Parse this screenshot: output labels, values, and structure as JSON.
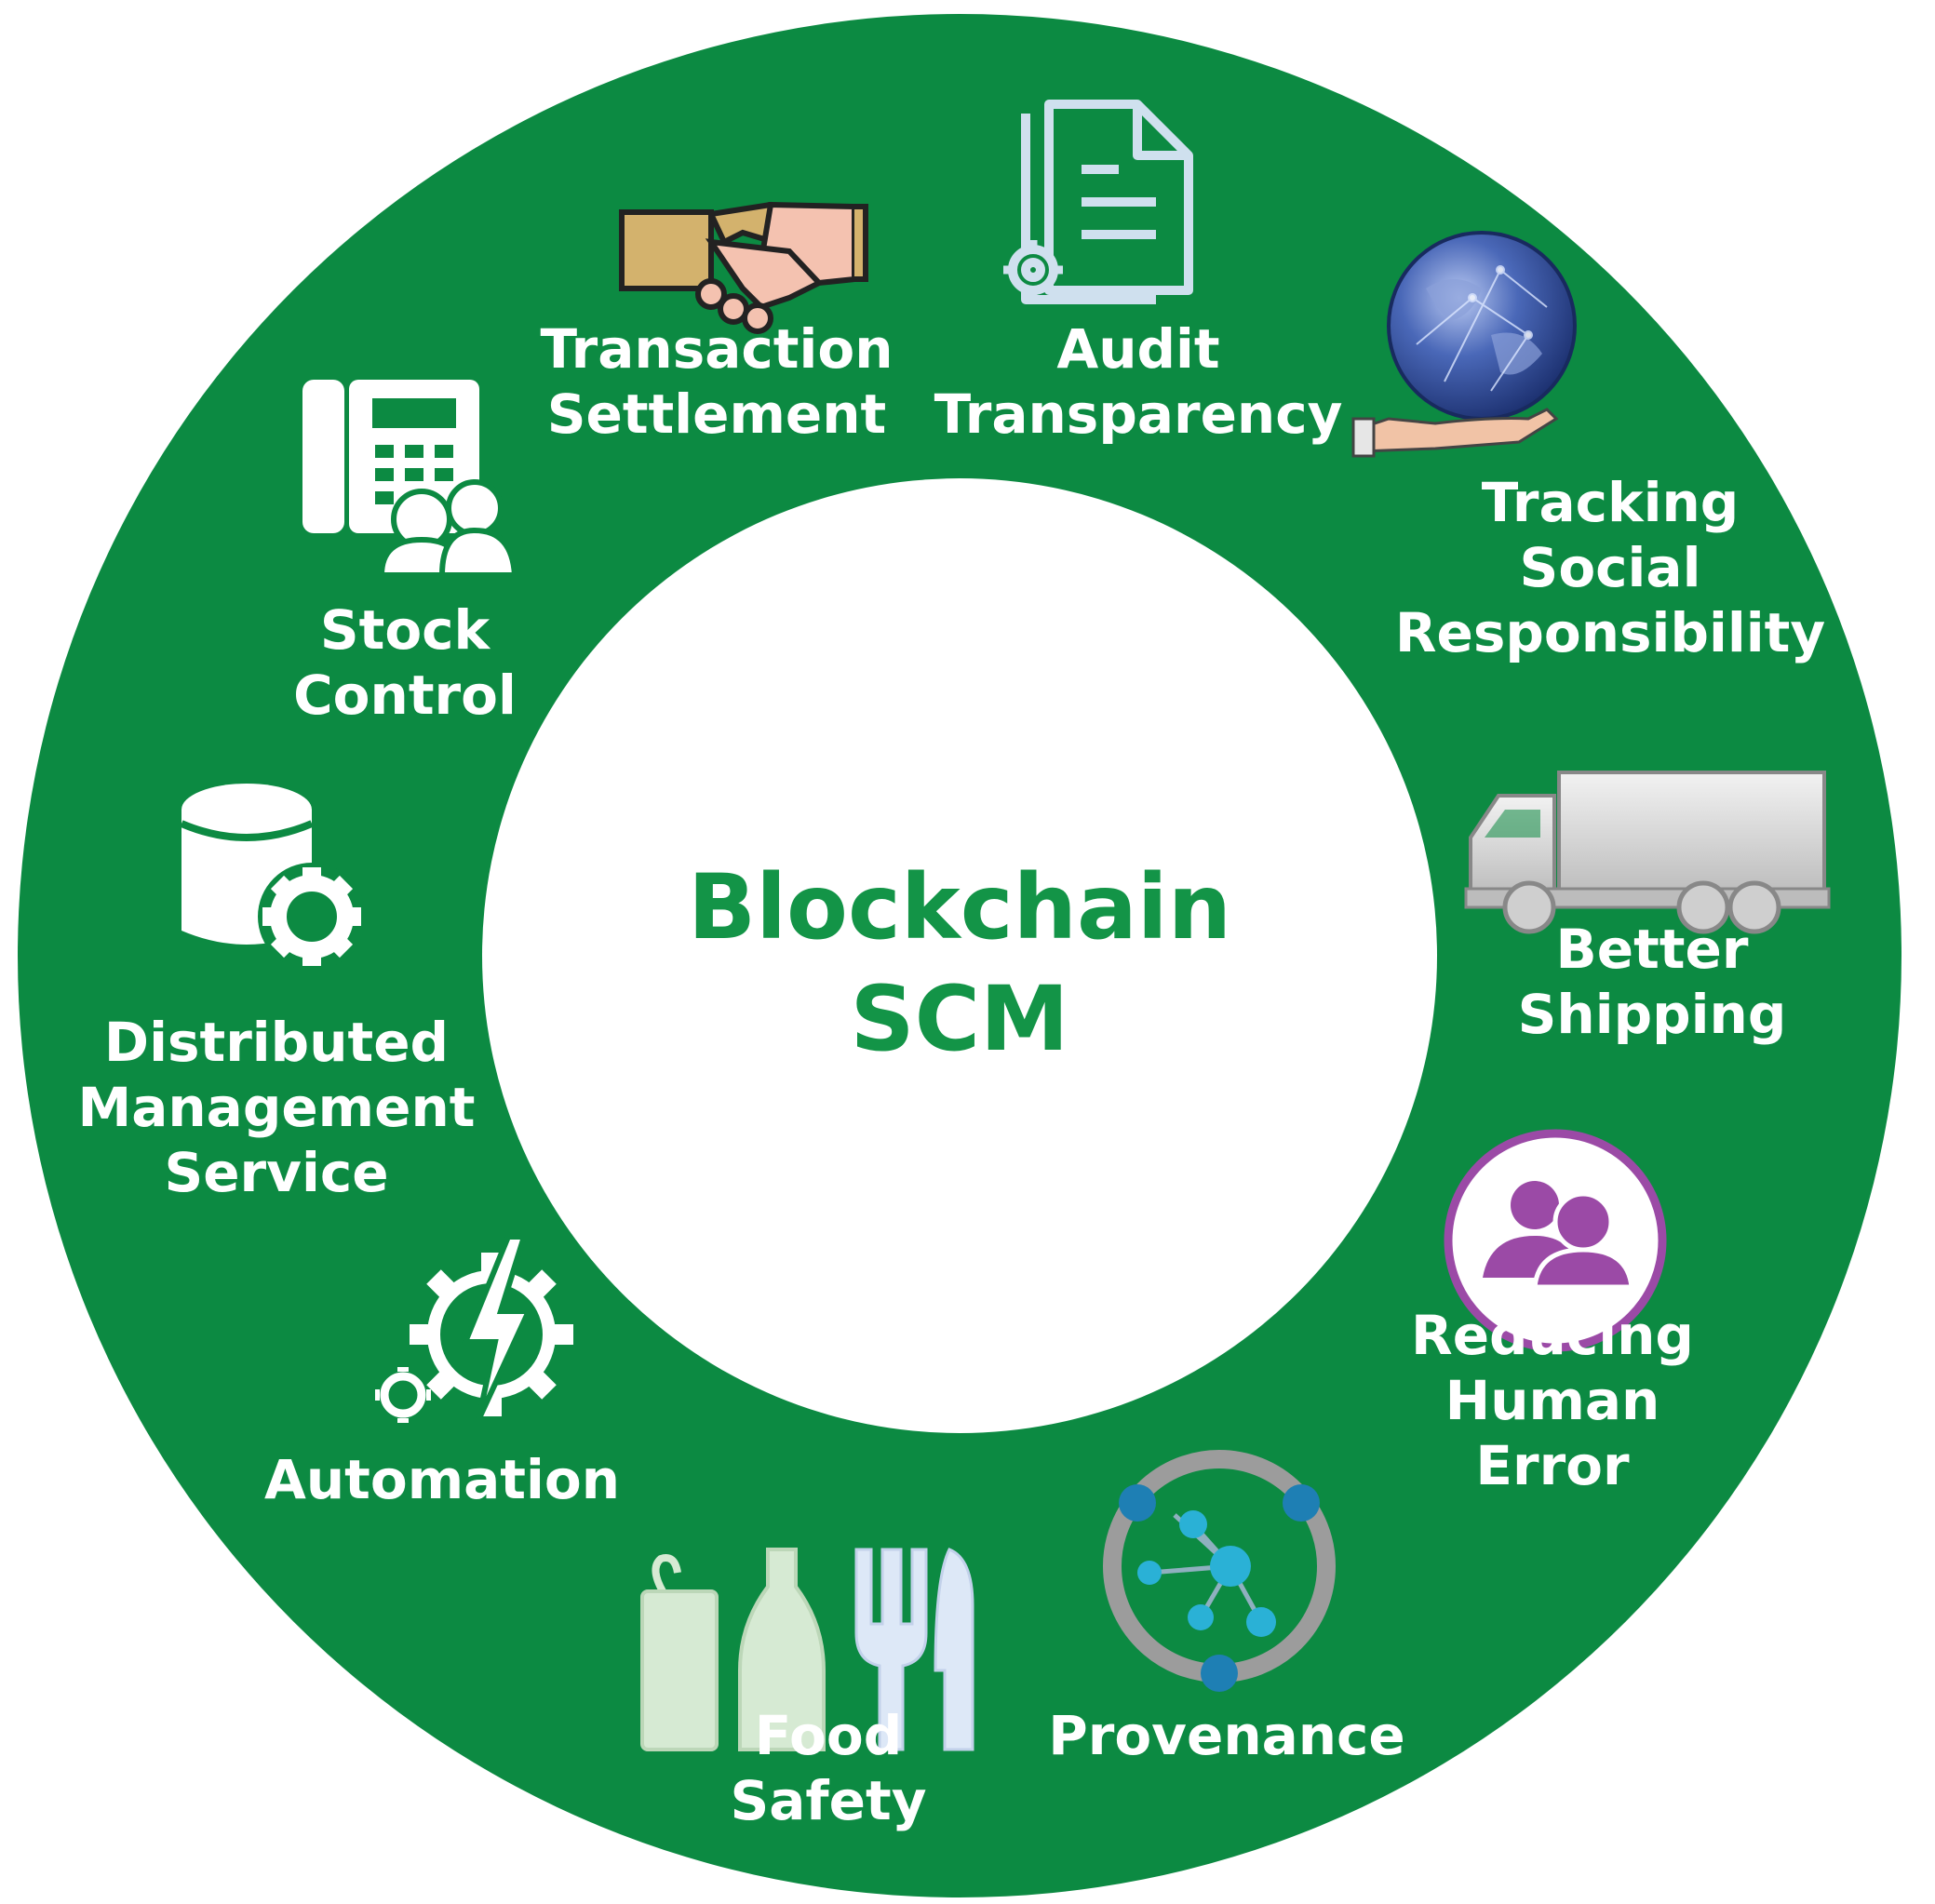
{
  "colors": {
    "ring": "#0c8a42",
    "center_fill": "#ffffff",
    "center_text": "#139447",
    "label_text": "#ffffff",
    "icon_white": "#ffffff",
    "handshake_gold": "#d3b26d",
    "handshake_pink": "#f4c2b0",
    "globe_blue": "#2f4c9c",
    "truck_grey": "#cfcfcf",
    "purple": "#9b4aa6",
    "food_green": "#d6ead3",
    "food_blue": "#dde8f7",
    "provenance_grey": "#9c9c9c",
    "provenance_cyan": "#2ab1d6",
    "audit_blue": "#cfe0ee"
  },
  "center": {
    "line1": "Blockchain",
    "line2": "SCM"
  },
  "segments": [
    {
      "id": "transaction",
      "lines": [
        "Transaction",
        "Settlement"
      ],
      "icon": "handshake-icon"
    },
    {
      "id": "audit",
      "lines": [
        "Audit",
        "Transparency"
      ],
      "icon": "document-gear-icon"
    },
    {
      "id": "tracking",
      "lines": [
        "Tracking",
        "Social",
        "Responsibility"
      ],
      "icon": "globe-hand-icon"
    },
    {
      "id": "shipping",
      "lines": [
        "Better",
        "Shipping"
      ],
      "icon": "truck-icon"
    },
    {
      "id": "human",
      "lines": [
        "Reducing",
        "Human",
        "Error"
      ],
      "icon": "people-circle-icon"
    },
    {
      "id": "provenance",
      "lines": [
        "Provenance"
      ],
      "icon": "network-ring-icon"
    },
    {
      "id": "food",
      "lines": [
        "Food",
        "Safety"
      ],
      "icon": "food-icon"
    },
    {
      "id": "automation",
      "lines": [
        "Automation"
      ],
      "icon": "gears-bolt-icon"
    },
    {
      "id": "distributed",
      "lines": [
        "Distributed",
        "Management",
        "Service"
      ],
      "icon": "database-gear-icon"
    },
    {
      "id": "stock",
      "lines": [
        "Stock",
        "Control"
      ],
      "icon": "phone-people-icon"
    }
  ]
}
